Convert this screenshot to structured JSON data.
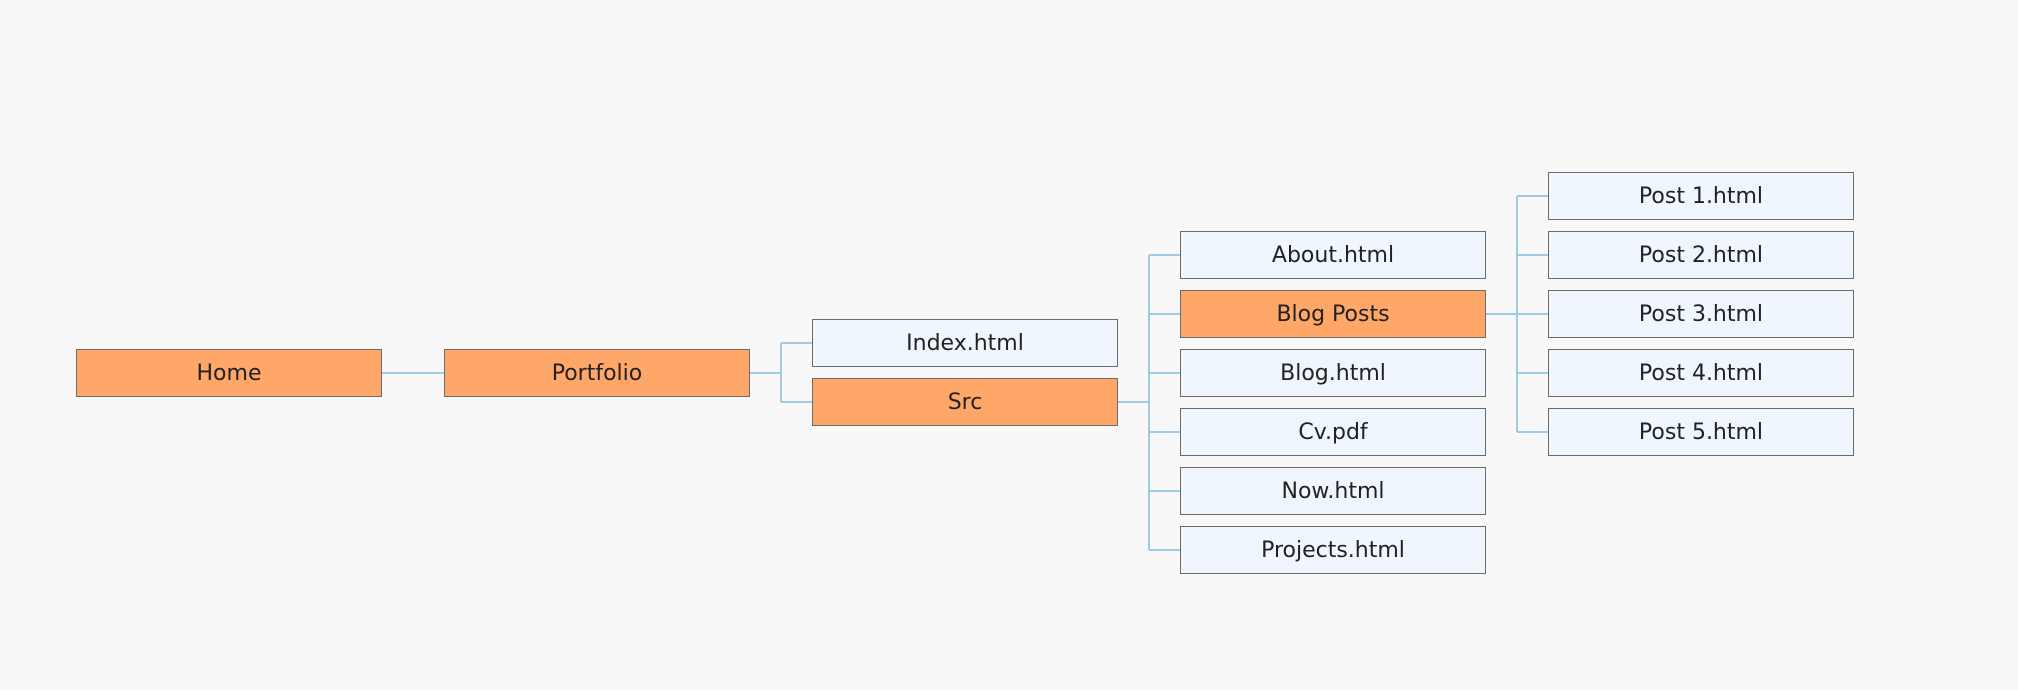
{
  "colors": {
    "background": "#f8f8f8",
    "folder_fill": "#fea769",
    "file_fill": "#eff6fd",
    "border": "#6b6b6b",
    "connector": "#9ecae6"
  },
  "tree": {
    "label": "Home",
    "kind": "folder",
    "id": "home",
    "children": [
      {
        "label": "Portfolio",
        "kind": "folder",
        "id": "portfolio",
        "children": [
          {
            "label": "Index.html",
            "kind": "file",
            "id": "index-html"
          },
          {
            "label": "Src",
            "kind": "folder",
            "id": "src",
            "children": [
              {
                "label": "About.html",
                "kind": "file",
                "id": "about-html"
              },
              {
                "label": "Blog Posts",
                "kind": "folder",
                "id": "blog-posts",
                "children": [
                  {
                    "label": "Post 1.html",
                    "kind": "file",
                    "id": "post-1-html"
                  },
                  {
                    "label": "Post 2.html",
                    "kind": "file",
                    "id": "post-2-html"
                  },
                  {
                    "label": "Post 3.html",
                    "kind": "file",
                    "id": "post-3-html"
                  },
                  {
                    "label": "Post 4.html",
                    "kind": "file",
                    "id": "post-4-html"
                  },
                  {
                    "label": "Post 5.html",
                    "kind": "file",
                    "id": "post-5-html"
                  }
                ]
              },
              {
                "label": "Blog.html",
                "kind": "file",
                "id": "blog-html"
              },
              {
                "label": "Cv.pdf",
                "kind": "file",
                "id": "cv-pdf"
              },
              {
                "label": "Now.html",
                "kind": "file",
                "id": "now-html"
              },
              {
                "label": "Projects.html",
                "kind": "file",
                "id": "projects-html"
              }
            ]
          }
        ]
      }
    ]
  }
}
